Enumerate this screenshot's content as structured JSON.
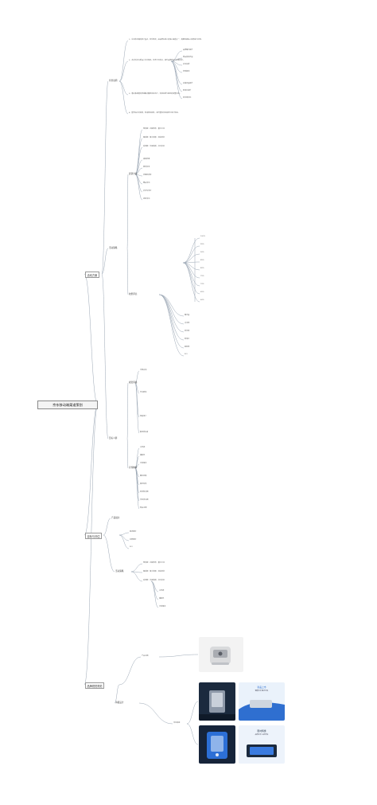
{
  "root": "京东移动端渠道策划",
  "branches": {
    "activity_plan": "活动方案",
    "background": "背景说明",
    "plan_strategy": "活动策略",
    "target_users": "目标人群",
    "promo_plan": "促销方案",
    "goals": "目标与评估",
    "effect_eval": "效果评估",
    "brand_plan": "品牌视觉规范",
    "product_display": "产品展示",
    "visual_style": "视觉风格",
    "promo_materials": "宣传物料",
    "poster_group": "海报设计"
  },
  "leaves": {
    "bg_1": "1、京东移动端的用户量大，转化率高，是品牌在线上的核心渠道之一，需要持续投入资源进行运营。",
    "bg_2": "2、本次活动以新品上市为契机，结合节日热点，提升品牌声量与销售转化。",
    "bg_3": "3、通过多维度的营销触点覆盖目标用户，实现拉新与复购的双重目标。",
    "bg_4": "4、整合站内外资源，形成营销闭环，提升整体活动效率与用户体验。",
    "bg_sub_1": "品牌曝光提升",
    "bg_sub_2": "新品首发声量",
    "bg_sub_3": "会员拉新",
    "bg_sub_4": "老客复购",
    "bg_sub_5": "店铺流量提升",
    "bg_sub_6": "客单价提升",
    "bg_sub_7": "转化率优化",
    "strategy_1": "预热期：内容种草，蓄水引流",
    "strategy_2": "爆发期：集中资源，促进转化",
    "strategy_3": "返场期：长尾收割，沉淀会员",
    "promo_1": "满减优惠",
    "promo_2": "限时秒杀",
    "promo_3": "优惠券发放",
    "promo_4": "赠品活动",
    "promo_5": "会员专享价",
    "promo_6": "拼购活动",
    "pct_1": "100%",
    "pct_2": "95%",
    "pct_3": "90%",
    "pct_4": "85%",
    "pct_5": "80%",
    "pct_6": "75%",
    "pct_7": "70%",
    "pct_8": "65%",
    "pct_9": "60%",
    "target_1": "年轻白领",
    "target_2": "学生群体",
    "target_3": "家庭用户",
    "target_4": "数码爱好者",
    "eval_1": "曝光量",
    "eval_2": "点击率",
    "eval_3": "转化率",
    "eval_4": "客单价",
    "eval_5": "复购率",
    "eval_6": "ROI",
    "visual_1": "主色调",
    "visual_2": "辅助色",
    "visual_3": "字体规范",
    "visual_4": "图标风格",
    "visual_5": "版式布局",
    "material_1": "首页焦点图",
    "material_2": "活动页头图",
    "material_3": "商品主图",
    "material_4": "推送素材",
    "material_5": "社群素材",
    "display_label": "产品主图",
    "poster_label": "活动海报",
    "poster_b_title": "新品上市",
    "poster_b_sub": "智能生活 触手可及",
    "poster_d_title": "限时特惠",
    "poster_d_sub": "品质生活 从此开始"
  },
  "colors": {
    "line": "#9aa6b4",
    "box_border": "#9a9a9a",
    "poster_dark": "#1b2a3e",
    "poster_light": "#eaf2fb",
    "poster_blue": "#2f6fd0"
  }
}
